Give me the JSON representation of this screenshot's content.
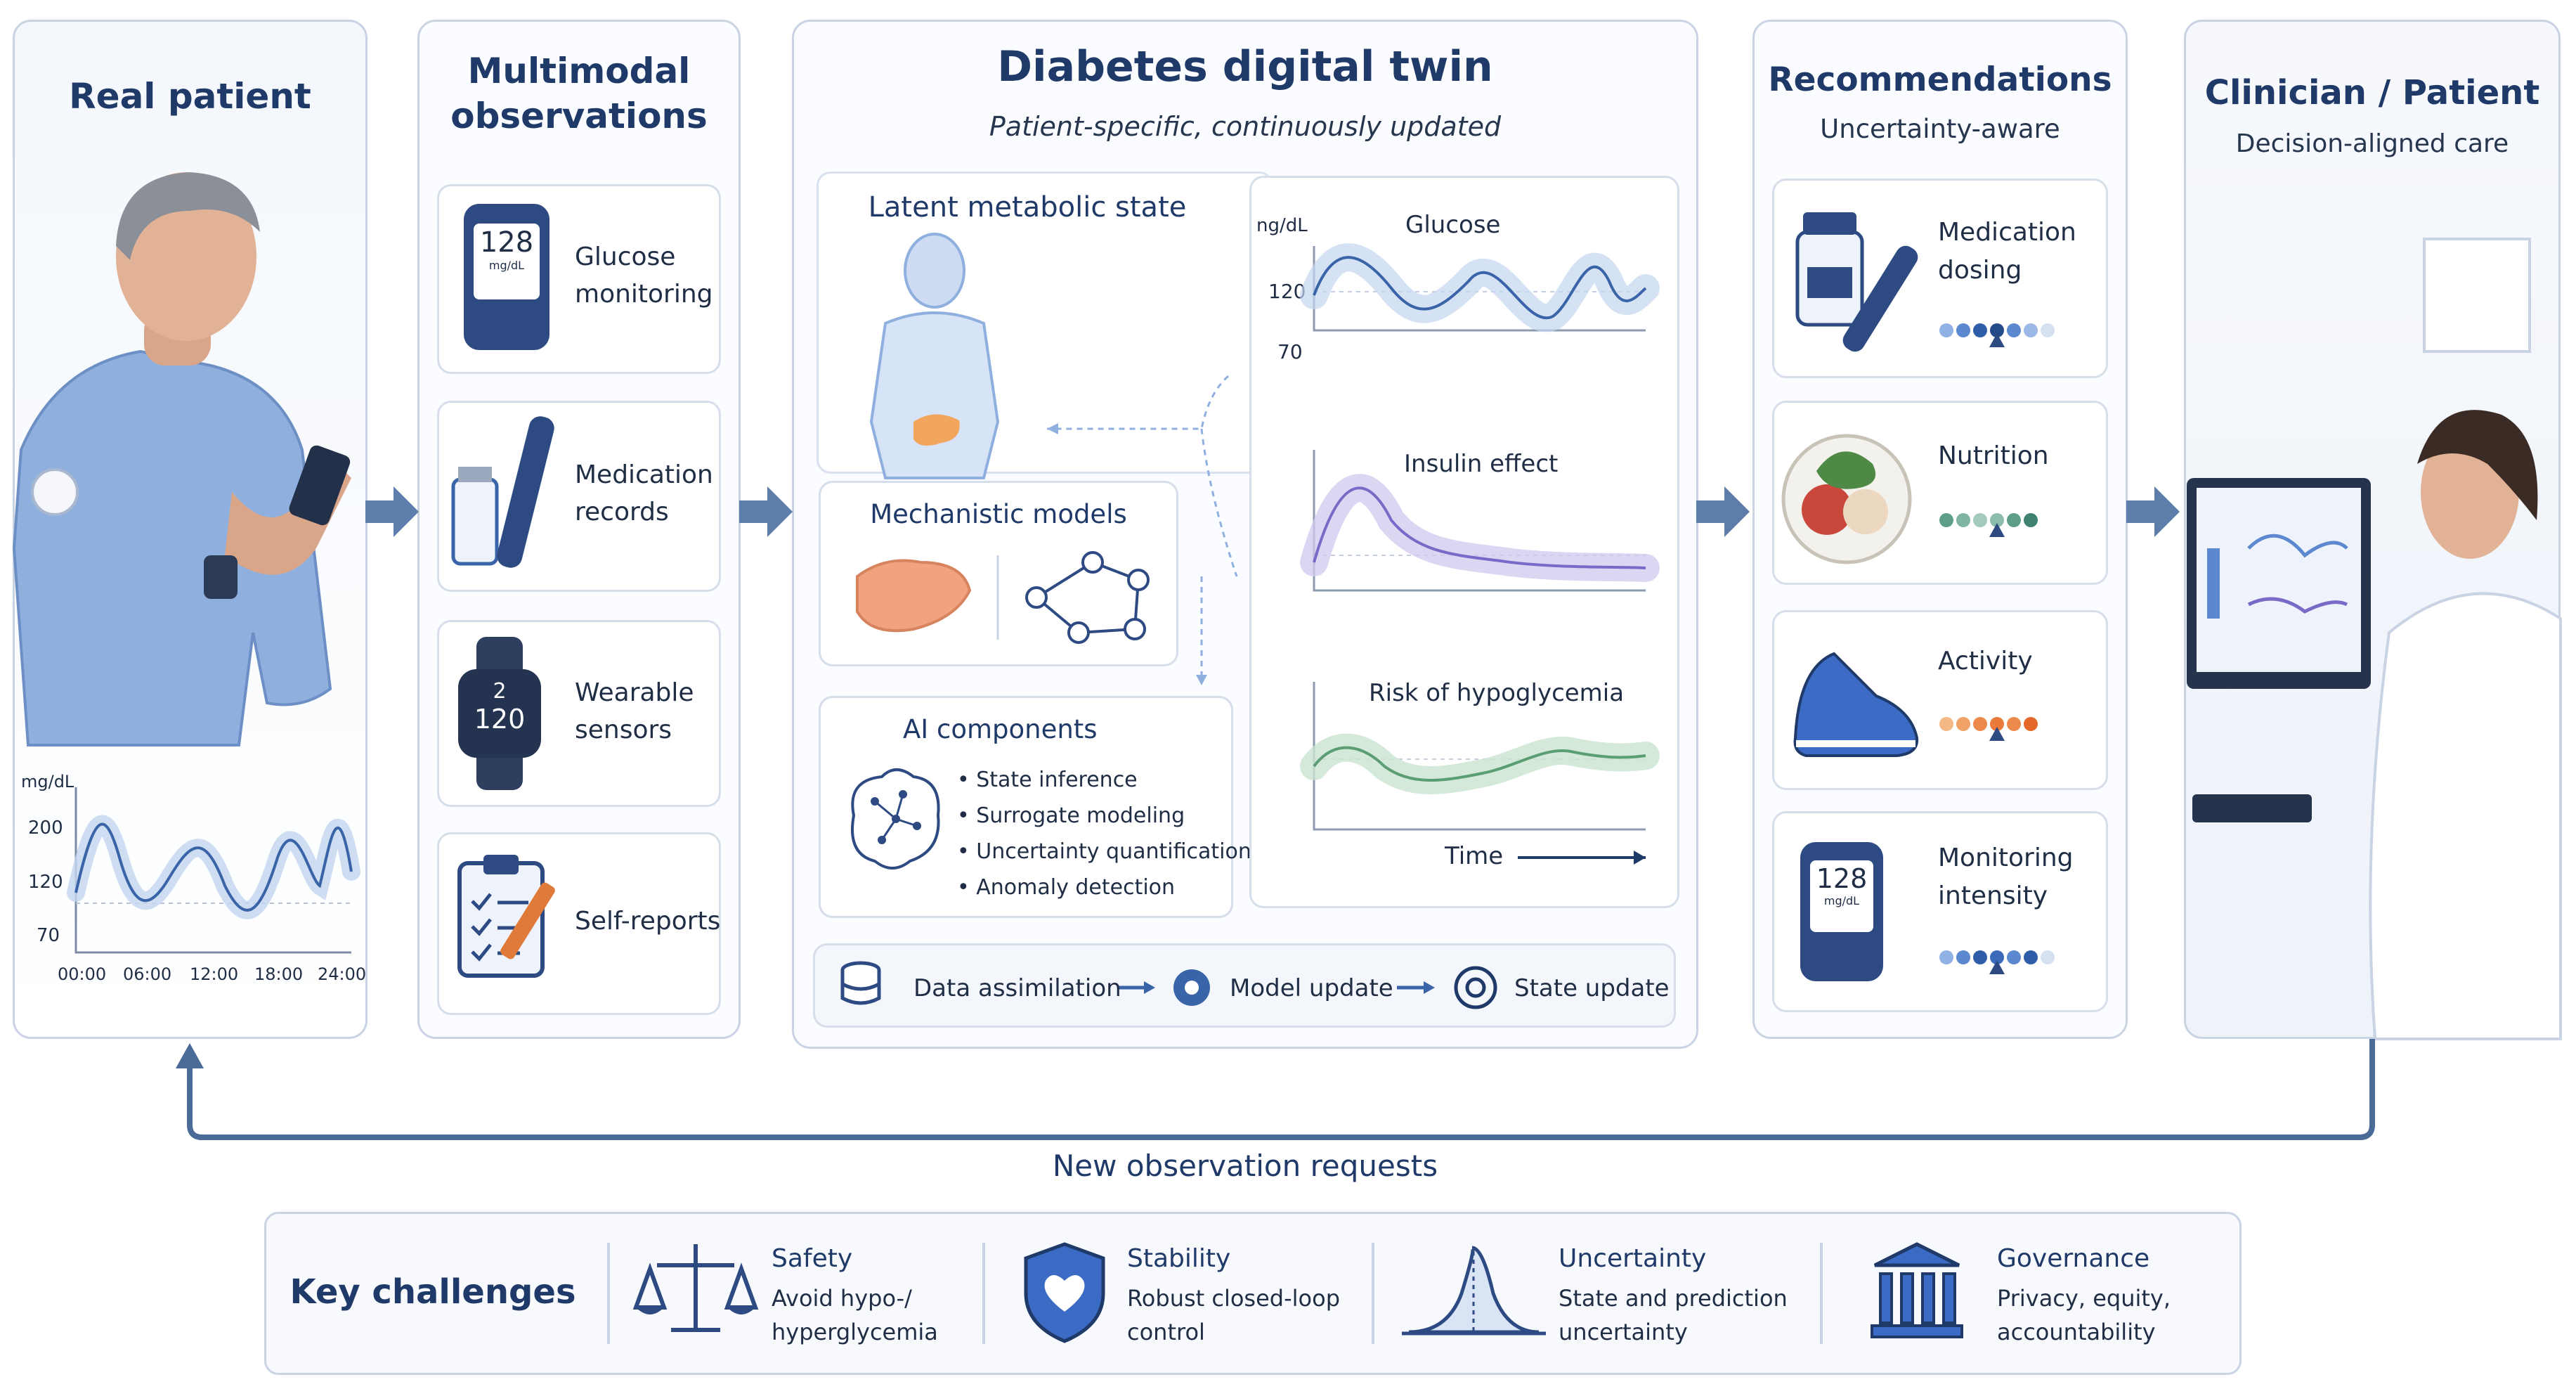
{
  "patient": {
    "title": "Real patient",
    "cgm_unit": "mg/dL",
    "cgm_y_ticks": [
      "200",
      "120",
      "70"
    ],
    "cgm_x_ticks": [
      "00:00",
      "06:00",
      "12:00",
      "18:00",
      "24:00"
    ]
  },
  "observations": {
    "title_line1": "Multimodal",
    "title_line2": "observations",
    "items": [
      {
        "line1": "Glucose",
        "line2": "monitoring",
        "icon": "glucose-meter-icon",
        "display_value": "128",
        "display_unit": "mg/dL"
      },
      {
        "line1": "Medication",
        "line2": "records",
        "icon": "insulin-pen-icon"
      },
      {
        "line1": "Wearable",
        "line2": "sensors",
        "icon": "smartwatch-icon",
        "display_value": "120",
        "display_small": "2"
      },
      {
        "line1": "Self-reports",
        "line2": "",
        "icon": "clipboard-icon"
      }
    ]
  },
  "twin": {
    "title": "Diabetes digital twin",
    "subtitle": "Patient-specific, continuously updated",
    "latent_title": "Latent metabolic state",
    "mech_title": "Mechanistic models",
    "ai_title": "AI components",
    "ai_bullets": [
      "State inference",
      "Surrogate modeling",
      "Uncertainty quantification",
      "Anomaly detection"
    ],
    "charts": {
      "glucose": {
        "title": "Glucose",
        "unit": "ng/dL",
        "y_ticks": [
          "120",
          "70"
        ]
      },
      "insulin": {
        "title": "Insulin effect"
      },
      "hypo": {
        "title": "Risk of hypoglycemia"
      },
      "time_label": "Time"
    },
    "pipeline": [
      "Data assimilation",
      "Model update",
      "State update"
    ]
  },
  "recommendations": {
    "title": "Recommendations",
    "subtitle": "Uncertainty-aware",
    "items": [
      {
        "line1": "Medication",
        "line2": "dosing",
        "icon": "medication-icon",
        "dot_colors": [
          "#8fb1e3",
          "#5c88cf",
          "#2f5ea8",
          "#244a8a",
          "#5c88cf",
          "#9bb8e6",
          "#d5e0f1"
        ]
      },
      {
        "line1": "Nutrition",
        "line2": "",
        "icon": "food-plate-icon",
        "dot_colors": [
          "#5e9e88",
          "#7fb4a1",
          "#a3cabb",
          "#8cbcaa",
          "#5e9e88",
          "#3f8272"
        ]
      },
      {
        "line1": "Activity",
        "line2": "",
        "icon": "running-shoe-icon",
        "dot_colors": [
          "#f3b886",
          "#f0a268",
          "#ec8a4b",
          "#e97a3a",
          "#ec8a4b",
          "#e4682a"
        ]
      },
      {
        "line1": "Monitoring",
        "line2": "intensity",
        "icon": "glucose-meter-icon",
        "display_value": "128",
        "display_unit": "mg/dL",
        "dot_colors": [
          "#8fb1e3",
          "#5c88cf",
          "#2f5ea8",
          "#3b6bb8",
          "#5c88cf",
          "#2f5ea8",
          "#d5e0f1"
        ]
      }
    ]
  },
  "clinician": {
    "title": "Clinician / Patient",
    "subtitle": "Decision-aligned care"
  },
  "feedback_label": "New observation requests",
  "challenges": {
    "title": "Key challenges",
    "items": [
      {
        "title": "Safety",
        "line1": "Avoid hypo-/",
        "line2": "hyperglycemia",
        "icon": "scales-icon"
      },
      {
        "title": "Stability",
        "line1": "Robust closed-loop",
        "line2": "control",
        "icon": "shield-heart-icon"
      },
      {
        "title": "Uncertainty",
        "line1": "State and prediction",
        "line2": "uncertainty",
        "icon": "bell-curve-icon"
      },
      {
        "title": "Governance",
        "line1": "Privacy, equity,",
        "line2": "accountability",
        "icon": "institution-icon"
      }
    ]
  },
  "colors": {
    "navy": "#1f3a68",
    "accent": "#4a73b3",
    "border": "#c9d3e3"
  }
}
